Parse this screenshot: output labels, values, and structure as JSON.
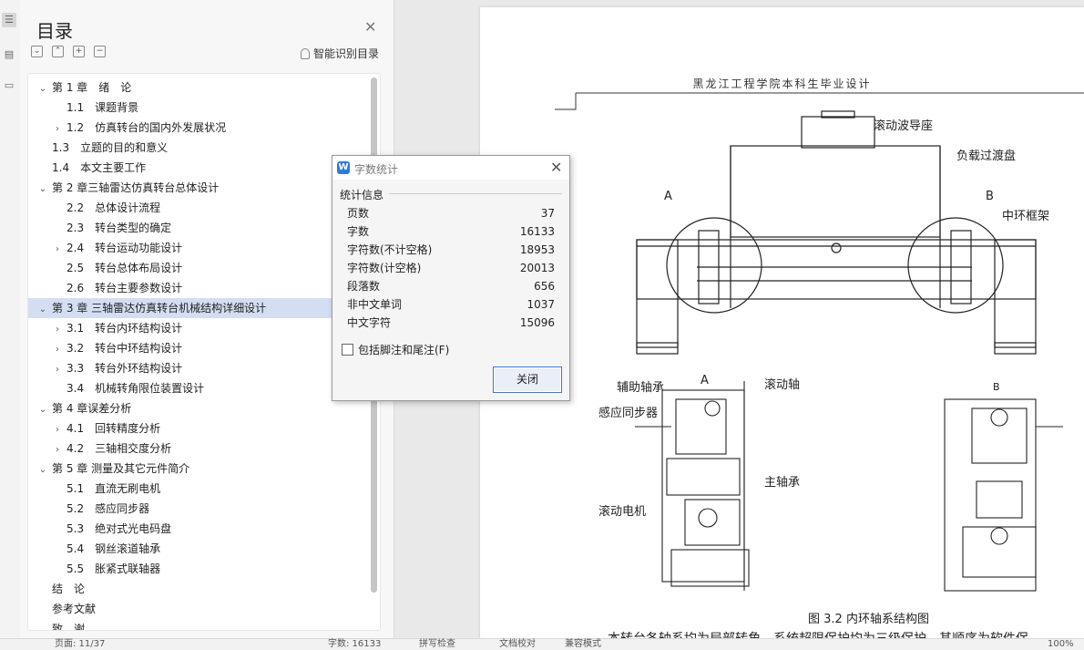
{
  "toc": {
    "title": "目录",
    "smart_label": "智能识别目录",
    "items": [
      {
        "text": "第 1 章　绪　论",
        "level": 1,
        "caret": "down"
      },
      {
        "text": "1.1　课题背景",
        "level": 2,
        "caret": ""
      },
      {
        "text": "1.2　仿真转台的国内外发展状况",
        "level": 2,
        "caret": "right"
      },
      {
        "text": "1.3　立题的目的和意义",
        "level": 1,
        "caret": ""
      },
      {
        "text": "1.4　本文主要工作",
        "level": 1,
        "caret": ""
      },
      {
        "text": "第 2 章三轴雷达仿真转台总体设计",
        "level": 1,
        "caret": "down"
      },
      {
        "text": "2.2　总体设计流程",
        "level": 2,
        "caret": ""
      },
      {
        "text": "2.3　转台类型的确定",
        "level": 2,
        "caret": ""
      },
      {
        "text": "2.4　转台运动功能设计",
        "level": 2,
        "caret": "right"
      },
      {
        "text": "2.5　转台总体布局设计",
        "level": 2,
        "caret": ""
      },
      {
        "text": "2.6　转台主要参数设计",
        "level": 2,
        "caret": ""
      },
      {
        "text": "第 3 章 三轴雷达仿真转台机械结构详细设计",
        "level": 1,
        "caret": "down",
        "selected": true
      },
      {
        "text": "3.1　转台内环结构设计",
        "level": 2,
        "caret": "right"
      },
      {
        "text": "3.2　转台中环结构设计",
        "level": 2,
        "caret": "right"
      },
      {
        "text": "3.3　转台外环结构设计",
        "level": 2,
        "caret": "right"
      },
      {
        "text": "3.4　机械转角限位装置设计",
        "level": 2,
        "caret": ""
      },
      {
        "text": "第 4 章误差分析",
        "level": 1,
        "caret": "down"
      },
      {
        "text": "4.1　回转精度分析",
        "level": 2,
        "caret": "right"
      },
      {
        "text": "4.2　三轴相交度分析",
        "level": 2,
        "caret": "right"
      },
      {
        "text": "第 5 章 测量及其它元件简介",
        "level": 1,
        "caret": "down"
      },
      {
        "text": "5.1　直流无刷电机",
        "level": 2,
        "caret": ""
      },
      {
        "text": "5.2　感应同步器",
        "level": 2,
        "caret": ""
      },
      {
        "text": "5.3　绝对式光电码盘",
        "level": 2,
        "caret": ""
      },
      {
        "text": "5.4　钢丝滚道轴承",
        "level": 2,
        "caret": ""
      },
      {
        "text": "5.5　胀紧式联轴器",
        "level": 2,
        "caret": ""
      },
      {
        "text": "结　论",
        "level": 1,
        "caret": ""
      },
      {
        "text": "参考文献",
        "level": 1,
        "caret": ""
      },
      {
        "text": "致　谢",
        "level": 1,
        "caret": ""
      }
    ]
  },
  "dialog": {
    "title": "字数统计",
    "section": "统计信息",
    "stats": [
      {
        "label": "页数",
        "value": "37"
      },
      {
        "label": "字数",
        "value": "16133"
      },
      {
        "label": "字符数(不计空格)",
        "value": "18953"
      },
      {
        "label": "字符数(计空格)",
        "value": "20013"
      },
      {
        "label": "段落数",
        "value": "656"
      },
      {
        "label": "非中文单词",
        "value": "1037"
      },
      {
        "label": "中文字符",
        "value": "15096"
      }
    ],
    "checkbox_label": "包括脚注和尾注(F)",
    "close_label": "关闭"
  },
  "document": {
    "header": "黑龙江工程学院本科生毕业设计",
    "labels": {
      "guide_seat": "滚动波导座",
      "load_disc": "负载过渡盘",
      "mid_frame": "中环框架",
      "a": "A",
      "b": "B",
      "aux_bearing": "辅助轴承",
      "rolling_shaft": "滚动轴",
      "inductosyn": "感应同步器",
      "main_bearing": "主轴承",
      "roll_motor": "滚动电机"
    },
    "caption": "图 3.2  内环轴系结构图",
    "body_text": "本转台各轴系均为局部转角，系统超限保护均为三级保护，其顺序为软件保"
  },
  "status": {
    "page": "页面: 11/37",
    "words": "字数: 16133",
    "spell": "拼写检查",
    "doc_check": "文档校对",
    "protect": "兼容模式",
    "zoom": "100%"
  },
  "colors": {
    "accent": "#2f7bd8",
    "selected_row": "#d4def3"
  }
}
